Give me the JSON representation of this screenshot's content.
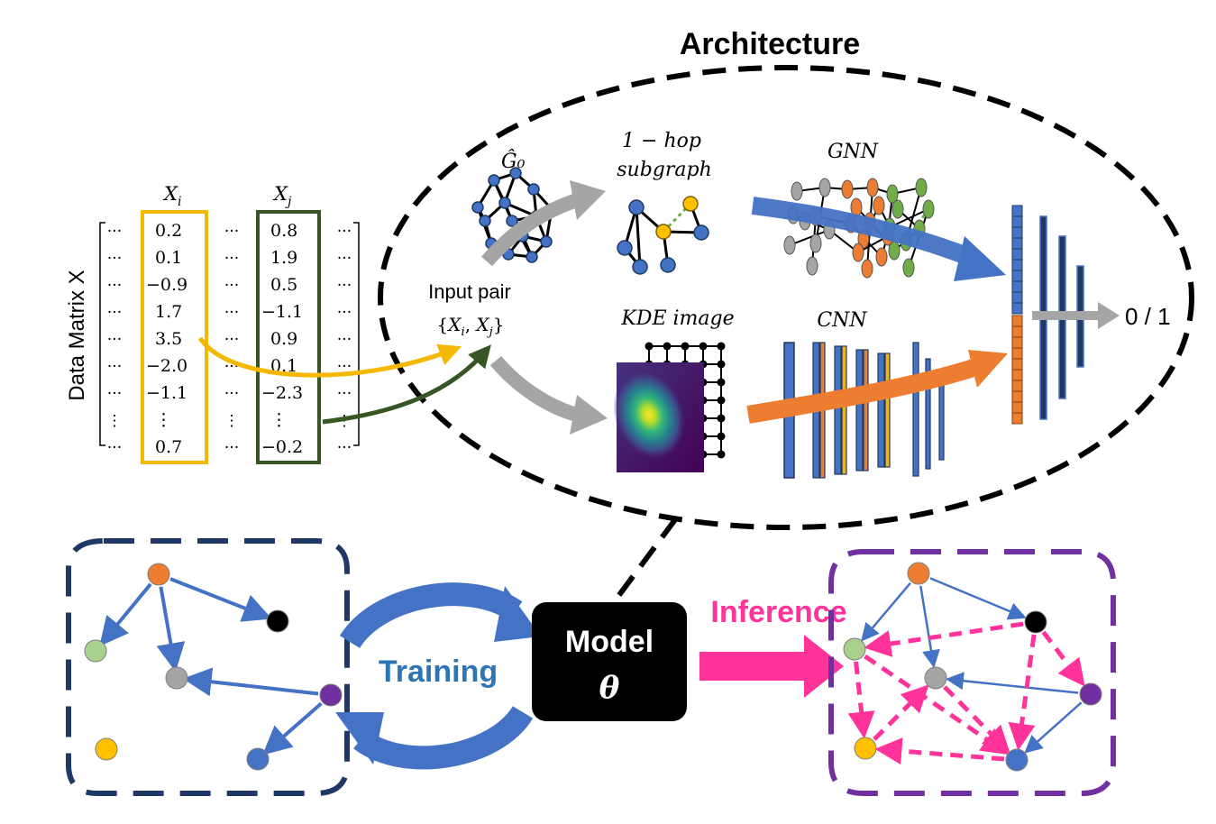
{
  "title": "Architecture",
  "data_matrix": {
    "label": "Data Matrix X",
    "col_i_header": "X_i",
    "col_j_header": "X_j",
    "dots": "···",
    "vdots": "⋮",
    "col_i_values": [
      "0.2",
      "0.1",
      "−0.9",
      "1.7",
      "3.5",
      "−2.0",
      "−1.1",
      "⋮",
      "0.7"
    ],
    "col_j_values": [
      "0.8",
      "1.9",
      "0.5",
      "−1.1",
      "0.9",
      "0.1",
      "−2.3",
      "⋮",
      "−0.2"
    ]
  },
  "input_pair": {
    "line1": "Input pair",
    "line2": "{X_i, X_j}"
  },
  "graph_branch": {
    "g0_label": "Ĝ₀",
    "subgraph_line1": "1 − hop",
    "subgraph_line2": "subgraph",
    "gnn_label": "GNN"
  },
  "image_branch": {
    "kde_label": "KDE image",
    "cnn_label": "CNN"
  },
  "output_label": "0 / 1",
  "model": {
    "line1": "Model",
    "line2": "θ"
  },
  "training_label": "Training",
  "inference_label": "Inference",
  "colors": {
    "xi_box": "#F5B800",
    "xj_box": "#375623",
    "blue": "#4472C4",
    "orange": "#ED7D31",
    "green": "#70AD47",
    "gray": "#A5A5A5",
    "pink": "#FF3399",
    "purple": "#7030A0",
    "navy": "#1F3864",
    "black": "#000000",
    "yellow": "#FFC000",
    "training_text": "#2E75B6",
    "inference_text": "#FF3399"
  }
}
